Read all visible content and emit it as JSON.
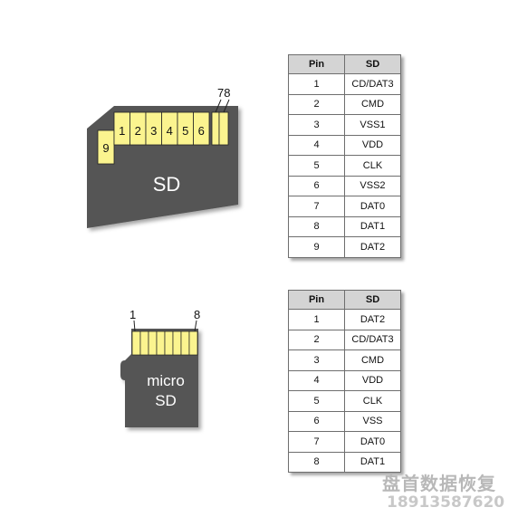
{
  "sd_card": {
    "label": "SD",
    "pin_numbers": [
      "1",
      "2",
      "3",
      "4",
      "5",
      "6"
    ],
    "pin_9": "9",
    "pin_78": "78",
    "colors": {
      "body": "#555555",
      "pin": "#fbf48f"
    }
  },
  "micro_card": {
    "label_line1": "micro",
    "label_line2": "SD",
    "pin_first": "1",
    "pin_last": "8",
    "pin_count": 8
  },
  "sd_table": {
    "headers": [
      "Pin",
      "SD"
    ],
    "rows": [
      [
        "1",
        "CD/DAT3"
      ],
      [
        "2",
        "CMD"
      ],
      [
        "3",
        "VSS1"
      ],
      [
        "4",
        "VDD"
      ],
      [
        "5",
        "CLK"
      ],
      [
        "6",
        "VSS2"
      ],
      [
        "7",
        "DAT0"
      ],
      [
        "8",
        "DAT1"
      ],
      [
        "9",
        "DAT2"
      ]
    ]
  },
  "micro_table": {
    "headers": [
      "Pin",
      "SD"
    ],
    "rows": [
      [
        "1",
        "DAT2"
      ],
      [
        "2",
        "CD/DAT3"
      ],
      [
        "3",
        "CMD"
      ],
      [
        "4",
        "VDD"
      ],
      [
        "5",
        "CLK"
      ],
      [
        "6",
        "VSS"
      ],
      [
        "7",
        "DAT0"
      ],
      [
        "8",
        "DAT1"
      ]
    ]
  },
  "watermark": {
    "text": "盘首数据恢复",
    "phone": "18913587620"
  }
}
